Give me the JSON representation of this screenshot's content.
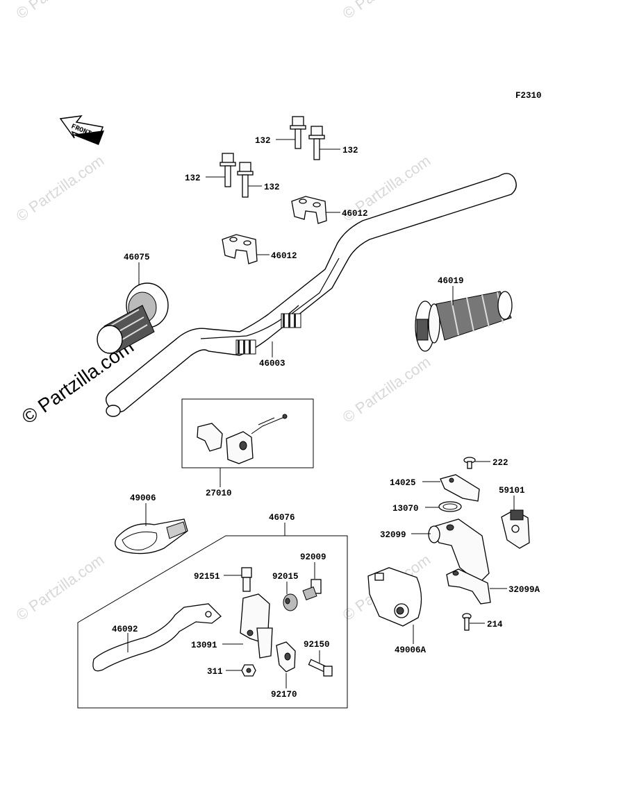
{
  "figure_code": "F2310",
  "front_label": "FRONT",
  "watermark_main": "© Partzilla.com",
  "watermark_faint": "© Partzilla.com",
  "parts": {
    "p132a": "132",
    "p132b": "132",
    "p132c": "132",
    "p132d": "132",
    "p46012a": "46012",
    "p46012b": "46012",
    "p46075": "46075",
    "p46019": "46019",
    "p46003": "46003",
    "p27010": "27010",
    "p222": "222",
    "p14025": "14025",
    "p13070": "13070",
    "p59101": "59101",
    "p32099": "32099",
    "p32099a": "32099A",
    "p49006": "49006",
    "p46076": "46076",
    "p92009": "92009",
    "p92151": "92151",
    "p92015": "92015",
    "p46092": "46092",
    "p13091": "13091",
    "p92150": "92150",
    "p311": "311",
    "p92170": "92170",
    "p214": "214",
    "p49006a": "49006A"
  }
}
